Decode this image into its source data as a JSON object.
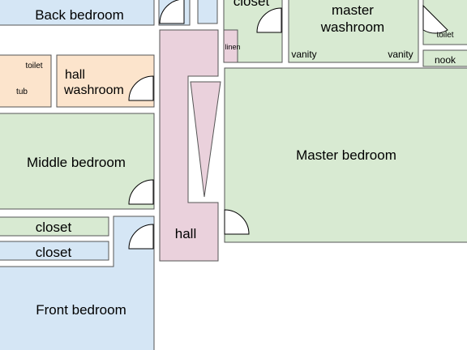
{
  "colors": {
    "blue_room": "#d5e6f5",
    "green_room": "#d8ead2",
    "orange_room": "#fce4cc",
    "pink_room": "#ead1dc",
    "wall": "#555555",
    "background": "#ffffff"
  },
  "rooms": {
    "back_bedroom": "Back bedroom",
    "closet_top": "closet",
    "master_washroom_line1": "master",
    "master_washroom_line2": "washroom",
    "vanity_left": "vanity",
    "vanity_right": "vanity",
    "toilet_right": "toilet",
    "nook": "nook",
    "linen": "linen",
    "toilet_left": "toilet",
    "tub": "tub",
    "hall_washroom_line1": "hall",
    "hall_washroom_line2": "washroom",
    "middle_bedroom": "Middle bedroom",
    "master_bedroom": "Master bedroom",
    "closet_upper": "closet",
    "closet_lower": "closet",
    "hall": "hall",
    "front_bedroom": "Front bedroom"
  }
}
